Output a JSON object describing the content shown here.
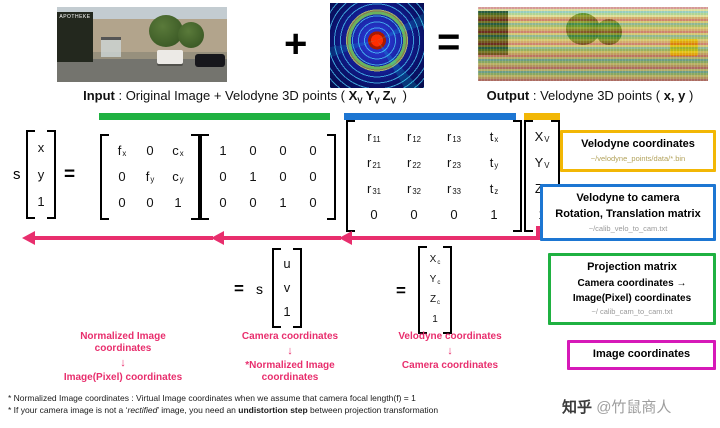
{
  "colors": {
    "green": "#1fb141",
    "blue": "#1d76d2",
    "yellow": "#f2b705",
    "pink": "#e82e6d",
    "magenta": "#d619b8",
    "path_olive": "#b3a35c",
    "path_gray": "#9a9a9a"
  },
  "top": {
    "plus": "+",
    "equals": "=",
    "photo_sign": "APOTHEKE"
  },
  "captions": {
    "input_label": "Input",
    "input_text": " : Original Image + Velodyne 3D points ( ",
    "input_x": "X",
    "input_y": "Y",
    "input_z": "Z",
    "input_sub": "V",
    "input_close": " )",
    "output_label": "Output",
    "output_text": " : Velodyne 3D points ( ",
    "output_coords": "x, y",
    "output_close": " )"
  },
  "equation": {
    "scale": "s",
    "equals": "=",
    "pixel": [
      [
        "x"
      ],
      [
        "y"
      ],
      [
        "1"
      ]
    ],
    "intrinsic": [
      [
        "f_x",
        "0",
        "c_x"
      ],
      [
        "0",
        "f_y",
        "c_y"
      ],
      [
        "0",
        "0",
        "1"
      ]
    ],
    "identity": [
      [
        "1",
        "0",
        "0",
        "0"
      ],
      [
        "0",
        "1",
        "0",
        "0"
      ],
      [
        "0",
        "0",
        "1",
        "0"
      ]
    ],
    "extrinsic": [
      [
        "r_11",
        "r_12",
        "r_13",
        "t_x"
      ],
      [
        "r_21",
        "r_22",
        "r_23",
        "t_y"
      ],
      [
        "r_31",
        "r_32",
        "r_33",
        "t_z"
      ],
      [
        "0",
        "0",
        "0",
        "1"
      ]
    ],
    "velodyne": [
      [
        "X_V"
      ],
      [
        "Y_V"
      ],
      [
        "Z_V"
      ],
      [
        "1"
      ]
    ],
    "equals2": "=",
    "scale2": "s",
    "normalized": [
      [
        "u"
      ],
      [
        "v"
      ],
      [
        "1"
      ]
    ],
    "equals3": "=",
    "camera": [
      [
        "X_c"
      ],
      [
        "Y_c"
      ],
      [
        "Z_c"
      ],
      [
        "1"
      ]
    ]
  },
  "flow": [
    {
      "from": "Normalized Image coordinates",
      "arrow": "↓",
      "to": "Image(Pixel) coordinates"
    },
    {
      "from": "Camera coordinates",
      "arrow": "↓",
      "to": "*Normalized Image coordinates"
    },
    {
      "from": "Velodyne coordinates",
      "arrow": "↓",
      "to": "Camera coordinates"
    }
  ],
  "legend": {
    "velodyne": {
      "title": "Velodyne coordinates",
      "path": "~/velodyne_points/data/*.bin"
    },
    "velo_to_cam": {
      "title1": "Velodyne to camera",
      "title2": "Rotation, Translation matrix",
      "path": "~/calib_velo_to_cam.txt"
    },
    "projection": {
      "title": "Projection matrix",
      "line1": "Camera coordinates →",
      "line2": "Image(Pixel) coordinates",
      "path": "~/ calib_cam_to_cam.txt"
    },
    "image": {
      "title": "Image coordinates"
    }
  },
  "footnotes": {
    "line1": "* Normalized Image coordinates : Virtual Image coordinates when we assume that camera focal length(f) = 1",
    "line2_pre": "* If your camera image is not a ‘",
    "line2_em": "rectified",
    "line2_mid": "’ image, you need an ",
    "line2_bold": "undistortion step",
    "line2_post": " between projection transformation"
  },
  "watermark": {
    "brand": "知乎",
    "handle": "@竹鼠商人"
  }
}
